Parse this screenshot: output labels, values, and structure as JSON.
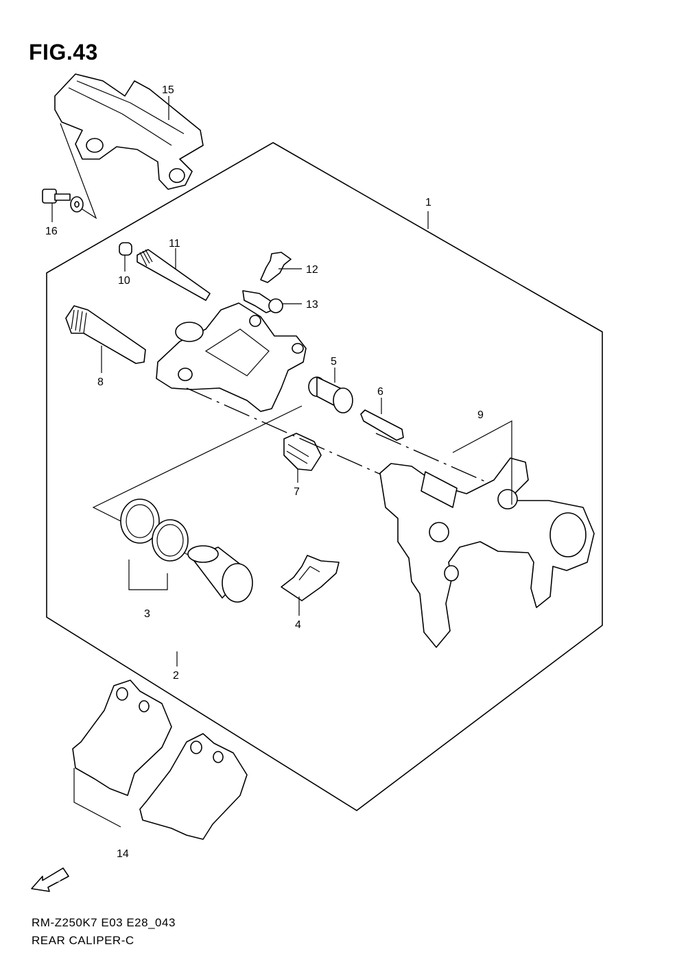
{
  "figure": {
    "title": "FIG.43",
    "model_code": "RM-Z250K7 E03 E28_043",
    "name": "REAR CALIPER-C",
    "fwd_label": "FWD"
  },
  "callouts": [
    "1",
    "2",
    "3",
    "4",
    "5",
    "6",
    "7",
    "8",
    "9",
    "10",
    "11",
    "12",
    "13",
    "14",
    "15",
    "16"
  ],
  "icons": {
    "fwd": "forward-arrow-icon"
  }
}
